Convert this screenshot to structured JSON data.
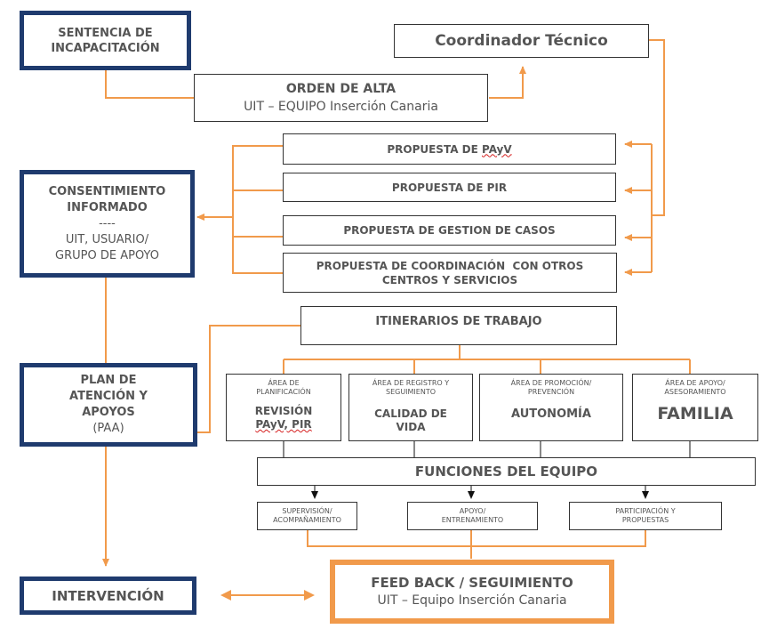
{
  "colors": {
    "navy": "#1f3b6e",
    "orange": "#f19a4b",
    "text": "#555555",
    "dark": "#333333"
  },
  "sentencia": {
    "line1": "SENTENCIA DE",
    "line2": "INCAPACITACIÓN"
  },
  "coordinador": {
    "title": "Coordinador Técnico"
  },
  "orden": {
    "title": "ORDEN DE ALTA",
    "subtitle": "UIT – EQUIPO Inserción Canaria"
  },
  "propuestas": {
    "p1_prefix": "PROPUESTA DE ",
    "p1_abbr": "PAyV",
    "p2": "PROPUESTA DE PIR",
    "p3": "PROPUESTA DE GESTION DE CASOS",
    "p4_line1": "PROPUESTA DE COORDINACIÓN  CON OTROS",
    "p4_line2": "CENTROS Y SERVICIOS"
  },
  "consentimiento": {
    "line1": "CONSENTIMIENTO",
    "line2": "INFORMADO",
    "dash": "----",
    "line3": "UIT, USUARIO/",
    "line4": "GRUPO DE APOYO"
  },
  "itinerarios": {
    "title": "ITINERARIOS DE TRABAJO"
  },
  "plan": {
    "line1": "PLAN DE",
    "line2": "ATENCIÓN Y",
    "line3": "APOYOS",
    "line4": "(PAA)"
  },
  "areas": {
    "a1": {
      "label1": "ÁREA DE",
      "label2": "PLANIFICACIÓN",
      "main1": "REVISIÓN",
      "main2": "PAyV, PIR"
    },
    "a2": {
      "label1": "ÁREA DE REGISTRO Y",
      "label2": "SEGUIMIENTO",
      "main1": "CALIDAD DE",
      "main2": "VIDA"
    },
    "a3": {
      "label1": "ÁREA DE PROMOCIÓN/",
      "label2": "PREVENCIÓN",
      "main1": "AUTONOMÍA"
    },
    "a4": {
      "label1": "ÁREA DE APOYO/",
      "label2": "ASESORAMIENTO",
      "main1": "FAMILIA"
    }
  },
  "funciones": {
    "title": "FUNCIONES DEL EQUIPO"
  },
  "subfunciones": {
    "s1_line1": "SUPERVISIÓN/",
    "s1_line2": "ACOMPAÑAMIENTO",
    "s2_line1": "APOYO/",
    "s2_line2": "ENTRENAMIENTO",
    "s3_line1": "PARTICIPACIÓN Y",
    "s3_line2": "PROPUESTAS"
  },
  "intervencion": {
    "title": "INTERVENCIÓN"
  },
  "feedback": {
    "title": "FEED BACK / SEGUIMIENTO",
    "subtitle": "UIT – Equipo Inserción Canaria"
  }
}
